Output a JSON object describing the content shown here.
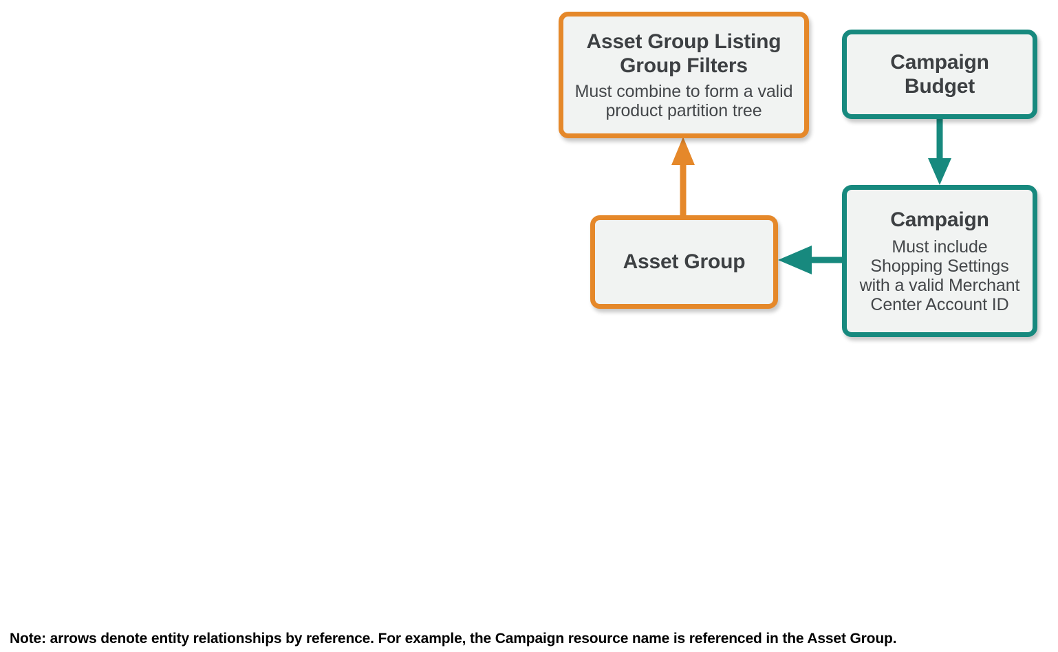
{
  "diagram": {
    "nodes": [
      {
        "id": "asset-group-listing-group-filters",
        "title": "Asset Group Listing\nGroup Filters",
        "subtitle": "Must combine to form a valid\nproduct partition tree",
        "color": "#e5882a",
        "fill": "#f1f3f2"
      },
      {
        "id": "campaign-budget",
        "title": "Campaign\nBudget",
        "subtitle": "",
        "color": "#17897e",
        "fill": "#f1f3f2"
      },
      {
        "id": "asset-group",
        "title": "Asset Group",
        "subtitle": "",
        "color": "#e5882a",
        "fill": "#f1f3f2"
      },
      {
        "id": "campaign",
        "title": "Campaign",
        "subtitle": "Must include\nShopping Settings\nwith a valid Merchant\nCenter Account ID",
        "color": "#17897e",
        "fill": "#f1f3f2"
      }
    ],
    "edges": [
      {
        "id": "asset-group-to-listing-group-filters",
        "from": "asset-group",
        "to": "asset-group-listing-group-filters",
        "direction": "up",
        "color": "#e5882a"
      },
      {
        "id": "campaign-budget-to-campaign",
        "from": "campaign-budget",
        "to": "campaign",
        "direction": "down",
        "color": "#17897e"
      },
      {
        "id": "campaign-to-asset-group",
        "from": "campaign",
        "to": "asset-group",
        "direction": "left",
        "color": "#17897e"
      }
    ],
    "note": "Note: arrows denote entity relationships by reference. For example, the Campaign resource name is referenced in the Asset Group."
  }
}
